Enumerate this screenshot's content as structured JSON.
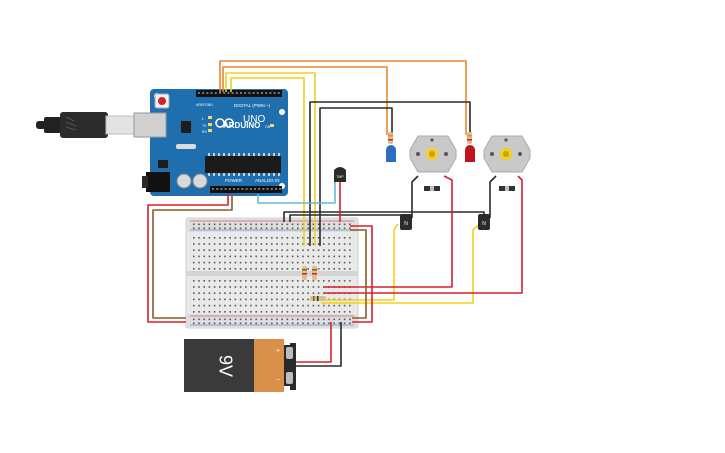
{
  "arduino": {
    "brand": "ARDUINO",
    "model": "UNO",
    "digital_label": "DIGITAL (PWM ~)",
    "power_label": "POWER",
    "analog_label": "ANALOG IN",
    "aref_label": "AREF",
    "gnd_label": "GND",
    "tx_label": "TX",
    "rx_label": "RX",
    "l_label": "L",
    "on_label": "ON"
  },
  "battery": {
    "label": "9V",
    "plus": "+",
    "minus": "−"
  },
  "sensor": {
    "label": "TMP"
  },
  "transistors": {
    "left_label": "N",
    "right_label": "N"
  },
  "icons": [
    "usb-cable-icon",
    "reset-button-icon",
    "power-jack-icon"
  ],
  "colors": {
    "board": "#1f6fae",
    "wire_orange": "#e8892e",
    "wire_yellow": "#f2d01c",
    "wire_red": "#d8202b",
    "wire_black": "#2a2a2a",
    "wire_brown": "#8a5a2b",
    "wire_blue": "#63b8d8",
    "battery_body": "#3a3a3a",
    "battery_label": "#d9904a",
    "motor": "#c9c9c9",
    "led_blue": "#2a6fc0",
    "led_red": "#c0161b"
  }
}
